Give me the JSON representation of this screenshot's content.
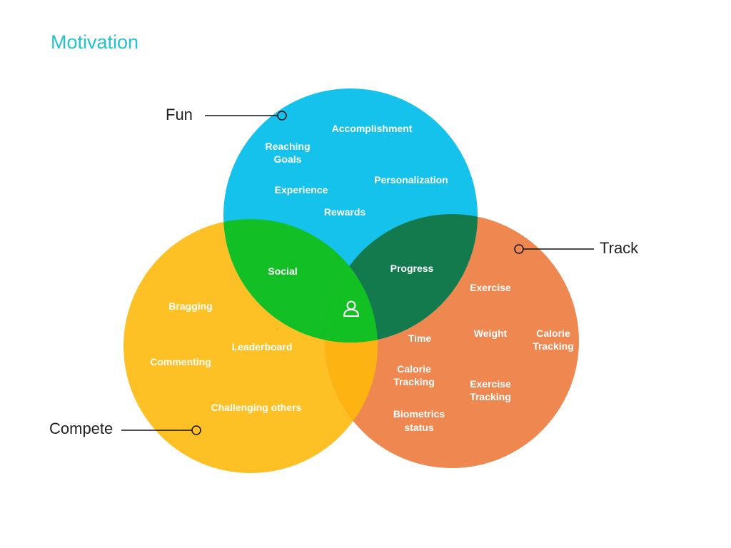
{
  "title": "Motivation",
  "colors": {
    "title": "#22c3cf",
    "fun": "#14c2ec",
    "compete": "#fdc126",
    "track": "#ef8751",
    "fun_compete": "#12c025",
    "fun_track": "#137a4e",
    "compete_track": "#fdb413",
    "center": "#13c024"
  },
  "categories": {
    "fun": "Fun",
    "track": "Track",
    "compete": "Compete"
  },
  "fun_items": {
    "accomplishment": "Accomplishment",
    "reaching_goals": [
      "Reaching",
      "Goals"
    ],
    "personalization": "Personalization",
    "experience": "Experience",
    "rewards": "Rewards"
  },
  "intersections": {
    "social": "Social",
    "progress": "Progress"
  },
  "center_icon": "user-icon",
  "compete_items": {
    "bragging": "Bragging",
    "leaderboard": "Leaderboard",
    "commenting": "Commenting",
    "challenging_others": "Challenging others"
  },
  "track_items": {
    "exercise": "Exercise",
    "time": "Time",
    "weight": "Weight",
    "calorie_tracking_right": [
      "Calorie",
      "Tracking"
    ],
    "calorie_tracking_left": [
      "Calorie",
      "Tracking"
    ],
    "exercise_tracking": [
      "Exercise",
      "Tracking"
    ],
    "biometrics_status": [
      "Biometrics",
      "status"
    ]
  }
}
